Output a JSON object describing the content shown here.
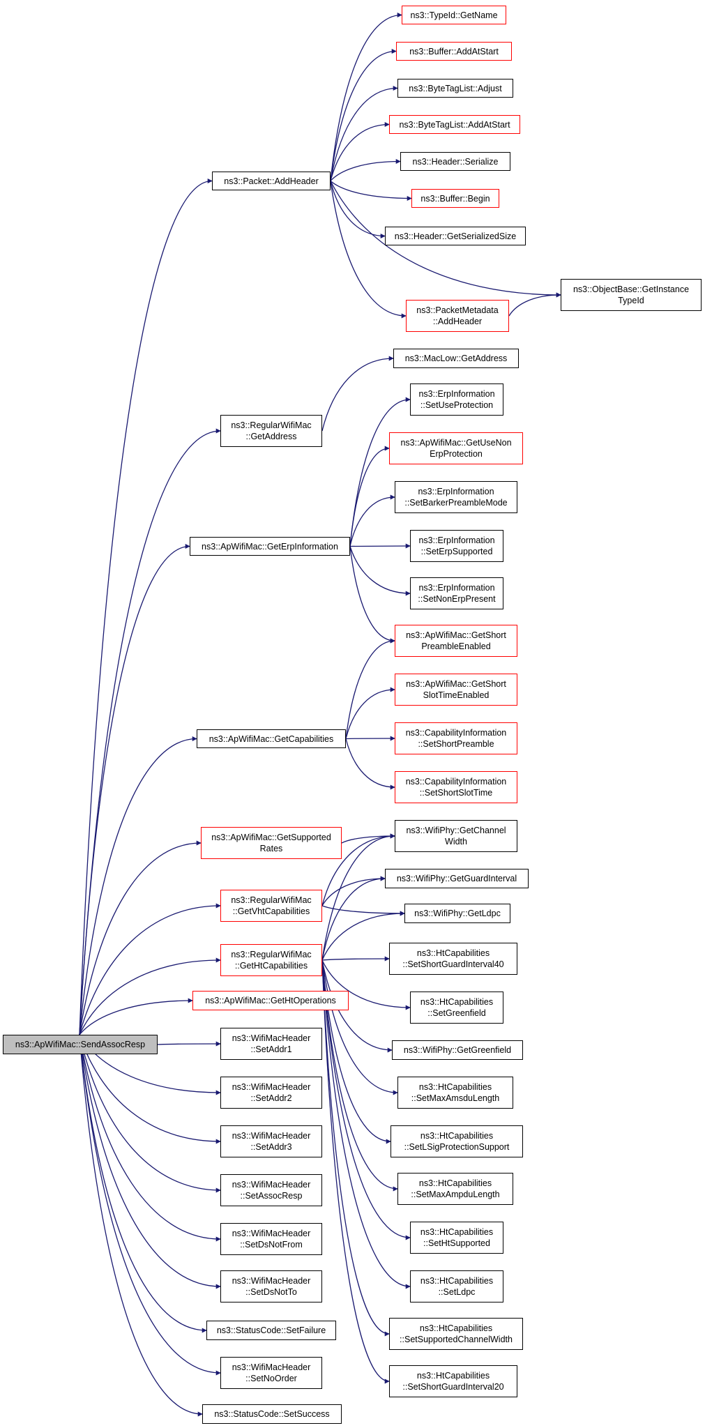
{
  "colors": {
    "edge": "#191970",
    "node_border": "#000000",
    "node_border_incomplete": "#ff0000",
    "root_fill": "#bfbfbf",
    "background": "#ffffff"
  },
  "root": {
    "label": "ns3::ApWifiMac::SendAssocResp"
  },
  "nodes": [
    {
      "id": "typeid-getname",
      "label": "ns3::TypeId::GetName",
      "red": true
    },
    {
      "id": "buffer-addatstart",
      "label": "ns3::Buffer::AddAtStart",
      "red": true
    },
    {
      "id": "bytetaglist-adjust",
      "label": "ns3::ByteTagList::Adjust",
      "red": false
    },
    {
      "id": "bytetaglist-addatstart",
      "label": "ns3::ByteTagList::AddAtStart",
      "red": true
    },
    {
      "id": "header-serialize",
      "label": "ns3::Header::Serialize",
      "red": false
    },
    {
      "id": "packet-addheader",
      "label": "ns3::Packet::AddHeader",
      "red": false
    },
    {
      "id": "buffer-begin",
      "label": "ns3::Buffer::Begin",
      "red": true
    },
    {
      "id": "header-getserializedsize",
      "label": "ns3::Header::GetSerializedSize",
      "red": false
    },
    {
      "id": "objectbase-getinstancetypeid",
      "label": "ns3::ObjectBase::GetInstance\nTypeId",
      "red": false
    },
    {
      "id": "packetmetadata-addheader",
      "label": "ns3::PacketMetadata\n::AddHeader",
      "red": true
    },
    {
      "id": "maclow-getaddress",
      "label": "ns3::MacLow::GetAddress",
      "red": false
    },
    {
      "id": "erpinformation-setuseprotection",
      "label": "ns3::ErpInformation\n::SetUseProtection",
      "red": false
    },
    {
      "id": "regularwifimac-getaddress",
      "label": "ns3::RegularWifiMac\n::GetAddress",
      "red": false
    },
    {
      "id": "apwifimac-getusenonerpprotection",
      "label": "ns3::ApWifiMac::GetUseNon\nErpProtection",
      "red": true
    },
    {
      "id": "erpinformation-setbarkerpreamblemode",
      "label": "ns3::ErpInformation\n::SetBarkerPreambleMode",
      "red": false
    },
    {
      "id": "apwifimac-geterpinformation",
      "label": "ns3::ApWifiMac::GetErpInformation",
      "red": false
    },
    {
      "id": "erpinformation-seterpsupported",
      "label": "ns3::ErpInformation\n::SetErpSupported",
      "red": false
    },
    {
      "id": "erpinformation-setnonerppresent",
      "label": "ns3::ErpInformation\n::SetNonErpPresent",
      "red": false
    },
    {
      "id": "apwifimac-getshortpreambleenabled",
      "label": "ns3::ApWifiMac::GetShort\nPreambleEnabled",
      "red": true
    },
    {
      "id": "apwifimac-getshortslottimeenabled",
      "label": "ns3::ApWifiMac::GetShort\nSlotTimeEnabled",
      "red": true
    },
    {
      "id": "apwifimac-getcapabilities",
      "label": "ns3::ApWifiMac::GetCapabilities",
      "red": false
    },
    {
      "id": "capabilityinformation-setshortpreamble",
      "label": "ns3::CapabilityInformation\n::SetShortPreamble",
      "red": true
    },
    {
      "id": "capabilityinformation-setshortslottime",
      "label": "ns3::CapabilityInformation\n::SetShortSlotTime",
      "red": true
    },
    {
      "id": "apwifimac-getsupportedrates",
      "label": "ns3::ApWifiMac::GetSupported\nRates",
      "red": true
    },
    {
      "id": "wifiphy-getchannelwidth",
      "label": "ns3::WifiPhy::GetChannel\nWidth",
      "red": false
    },
    {
      "id": "regularwifimac-getvhtcapabilities",
      "label": "ns3::RegularWifiMac\n::GetVhtCapabilities",
      "red": true
    },
    {
      "id": "wifiphy-getguardinterval",
      "label": "ns3::WifiPhy::GetGuardInterval",
      "red": false
    },
    {
      "id": "wifiphy-getldpc",
      "label": "ns3::WifiPhy::GetLdpc",
      "red": false
    },
    {
      "id": "regularwifimac-gethtcapabilities",
      "label": "ns3::RegularWifiMac\n::GetHtCapabilities",
      "red": true
    },
    {
      "id": "htcapabilities-setshortguardinterval40",
      "label": "ns3::HtCapabilities\n::SetShortGuardInterval40",
      "red": false
    },
    {
      "id": "apwifimac-gethtoperations",
      "label": "ns3::ApWifiMac::GetHtOperations",
      "red": true
    },
    {
      "id": "htcapabilities-setgreenfield",
      "label": "ns3::HtCapabilities\n::SetGreenfield",
      "red": false
    },
    {
      "id": "wifimacheader-setaddr1",
      "label": "ns3::WifiMacHeader\n::SetAddr1",
      "red": false
    },
    {
      "id": "wifiphy-getgreenfield",
      "label": "ns3::WifiPhy::GetGreenfield",
      "red": false
    },
    {
      "id": "wifimacheader-setaddr2",
      "label": "ns3::WifiMacHeader\n::SetAddr2",
      "red": false
    },
    {
      "id": "htcapabilities-setmaxamsdulength",
      "label": "ns3::HtCapabilities\n::SetMaxAmsduLength",
      "red": false
    },
    {
      "id": "wifimacheader-setaddr3",
      "label": "ns3::WifiMacHeader\n::SetAddr3",
      "red": false
    },
    {
      "id": "htcapabilities-setlsigprotectionsupport",
      "label": "ns3::HtCapabilities\n::SetLSigProtectionSupport",
      "red": false
    },
    {
      "id": "wifimacheader-setassocresp",
      "label": "ns3::WifiMacHeader\n::SetAssocResp",
      "red": false
    },
    {
      "id": "htcapabilities-setmaxampdulength",
      "label": "ns3::HtCapabilities\n::SetMaxAmpduLength",
      "red": false
    },
    {
      "id": "wifimacheader-setdsnotfrom",
      "label": "ns3::WifiMacHeader\n::SetDsNotFrom",
      "red": false
    },
    {
      "id": "htcapabilities-sethtsupported",
      "label": "ns3::HtCapabilities\n::SetHtSupported",
      "red": false
    },
    {
      "id": "wifimacheader-setdsnotto",
      "label": "ns3::WifiMacHeader\n::SetDsNotTo",
      "red": false
    },
    {
      "id": "htcapabilities-setldpc",
      "label": "ns3::HtCapabilities\n::SetLdpc",
      "red": false
    },
    {
      "id": "statuscode-setfailure",
      "label": "ns3::StatusCode::SetFailure",
      "red": false
    },
    {
      "id": "htcapabilities-setsupportedchannelwidth",
      "label": "ns3::HtCapabilities\n::SetSupportedChannelWidth",
      "red": false
    },
    {
      "id": "wifimacheader-setnoorder",
      "label": "ns3::WifiMacHeader\n::SetNoOrder",
      "red": false
    },
    {
      "id": "htcapabilities-setshortguardinterval20",
      "label": "ns3::HtCapabilities\n::SetShortGuardInterval20",
      "red": false
    },
    {
      "id": "statuscode-setsuccess",
      "label": "ns3::StatusCode::SetSuccess",
      "red": false
    }
  ],
  "edges": [
    [
      "root",
      "packet-addheader"
    ],
    [
      "root",
      "regularwifimac-getaddress"
    ],
    [
      "root",
      "apwifimac-geterpinformation"
    ],
    [
      "root",
      "apwifimac-getcapabilities"
    ],
    [
      "root",
      "apwifimac-getsupportedrates"
    ],
    [
      "root",
      "regularwifimac-getvhtcapabilities"
    ],
    [
      "root",
      "regularwifimac-gethtcapabilities"
    ],
    [
      "root",
      "apwifimac-gethtoperations"
    ],
    [
      "root",
      "wifimacheader-setaddr1"
    ],
    [
      "root",
      "wifimacheader-setaddr2"
    ],
    [
      "root",
      "wifimacheader-setaddr3"
    ],
    [
      "root",
      "wifimacheader-setassocresp"
    ],
    [
      "root",
      "wifimacheader-setdsnotfrom"
    ],
    [
      "root",
      "wifimacheader-setdsnotto"
    ],
    [
      "root",
      "statuscode-setfailure"
    ],
    [
      "root",
      "wifimacheader-setnoorder"
    ],
    [
      "root",
      "statuscode-setsuccess"
    ],
    [
      "packet-addheader",
      "typeid-getname"
    ],
    [
      "packet-addheader",
      "buffer-addatstart"
    ],
    [
      "packet-addheader",
      "bytetaglist-adjust"
    ],
    [
      "packet-addheader",
      "bytetaglist-addatstart"
    ],
    [
      "packet-addheader",
      "header-serialize"
    ],
    [
      "packet-addheader",
      "buffer-begin"
    ],
    [
      "packet-addheader",
      "header-getserializedsize"
    ],
    [
      "packet-addheader",
      "objectbase-getinstancetypeid"
    ],
    [
      "packet-addheader",
      "packetmetadata-addheader"
    ],
    [
      "packetmetadata-addheader",
      "objectbase-getinstancetypeid"
    ],
    [
      "regularwifimac-getaddress",
      "maclow-getaddress"
    ],
    [
      "apwifimac-geterpinformation",
      "erpinformation-setuseprotection"
    ],
    [
      "apwifimac-geterpinformation",
      "apwifimac-getusenonerpprotection"
    ],
    [
      "apwifimac-geterpinformation",
      "erpinformation-setbarkerpreamblemode"
    ],
    [
      "apwifimac-geterpinformation",
      "erpinformation-seterpsupported"
    ],
    [
      "apwifimac-geterpinformation",
      "erpinformation-setnonerppresent"
    ],
    [
      "apwifimac-geterpinformation",
      "apwifimac-getshortpreambleenabled"
    ],
    [
      "apwifimac-getcapabilities",
      "apwifimac-getshortpreambleenabled"
    ],
    [
      "apwifimac-getcapabilities",
      "apwifimac-getshortslottimeenabled"
    ],
    [
      "apwifimac-getcapabilities",
      "capabilityinformation-setshortpreamble"
    ],
    [
      "apwifimac-getcapabilities",
      "capabilityinformation-setshortslottime"
    ],
    [
      "apwifimac-getsupportedrates",
      "wifiphy-getchannelwidth"
    ],
    [
      "regularwifimac-getvhtcapabilities",
      "wifiphy-getchannelwidth"
    ],
    [
      "regularwifimac-getvhtcapabilities",
      "wifiphy-getguardinterval"
    ],
    [
      "regularwifimac-getvhtcapabilities",
      "wifiphy-getldpc"
    ],
    [
      "regularwifimac-gethtcapabilities",
      "wifiphy-getchannelwidth"
    ],
    [
      "regularwifimac-gethtcapabilities",
      "wifiphy-getguardinterval"
    ],
    [
      "regularwifimac-gethtcapabilities",
      "wifiphy-getldpc"
    ],
    [
      "regularwifimac-gethtcapabilities",
      "htcapabilities-setshortguardinterval40"
    ],
    [
      "regularwifimac-gethtcapabilities",
      "htcapabilities-setgreenfield"
    ],
    [
      "regularwifimac-gethtcapabilities",
      "wifiphy-getgreenfield"
    ],
    [
      "regularwifimac-gethtcapabilities",
      "htcapabilities-setmaxamsdulength"
    ],
    [
      "regularwifimac-gethtcapabilities",
      "htcapabilities-setlsigprotectionsupport"
    ],
    [
      "regularwifimac-gethtcapabilities",
      "htcapabilities-setmaxampdulength"
    ],
    [
      "regularwifimac-gethtcapabilities",
      "htcapabilities-sethtsupported"
    ],
    [
      "regularwifimac-gethtcapabilities",
      "htcapabilities-setldpc"
    ],
    [
      "regularwifimac-gethtcapabilities",
      "htcapabilities-setsupportedchannelwidth"
    ],
    [
      "regularwifimac-gethtcapabilities",
      "htcapabilities-setshortguardinterval20"
    ]
  ]
}
